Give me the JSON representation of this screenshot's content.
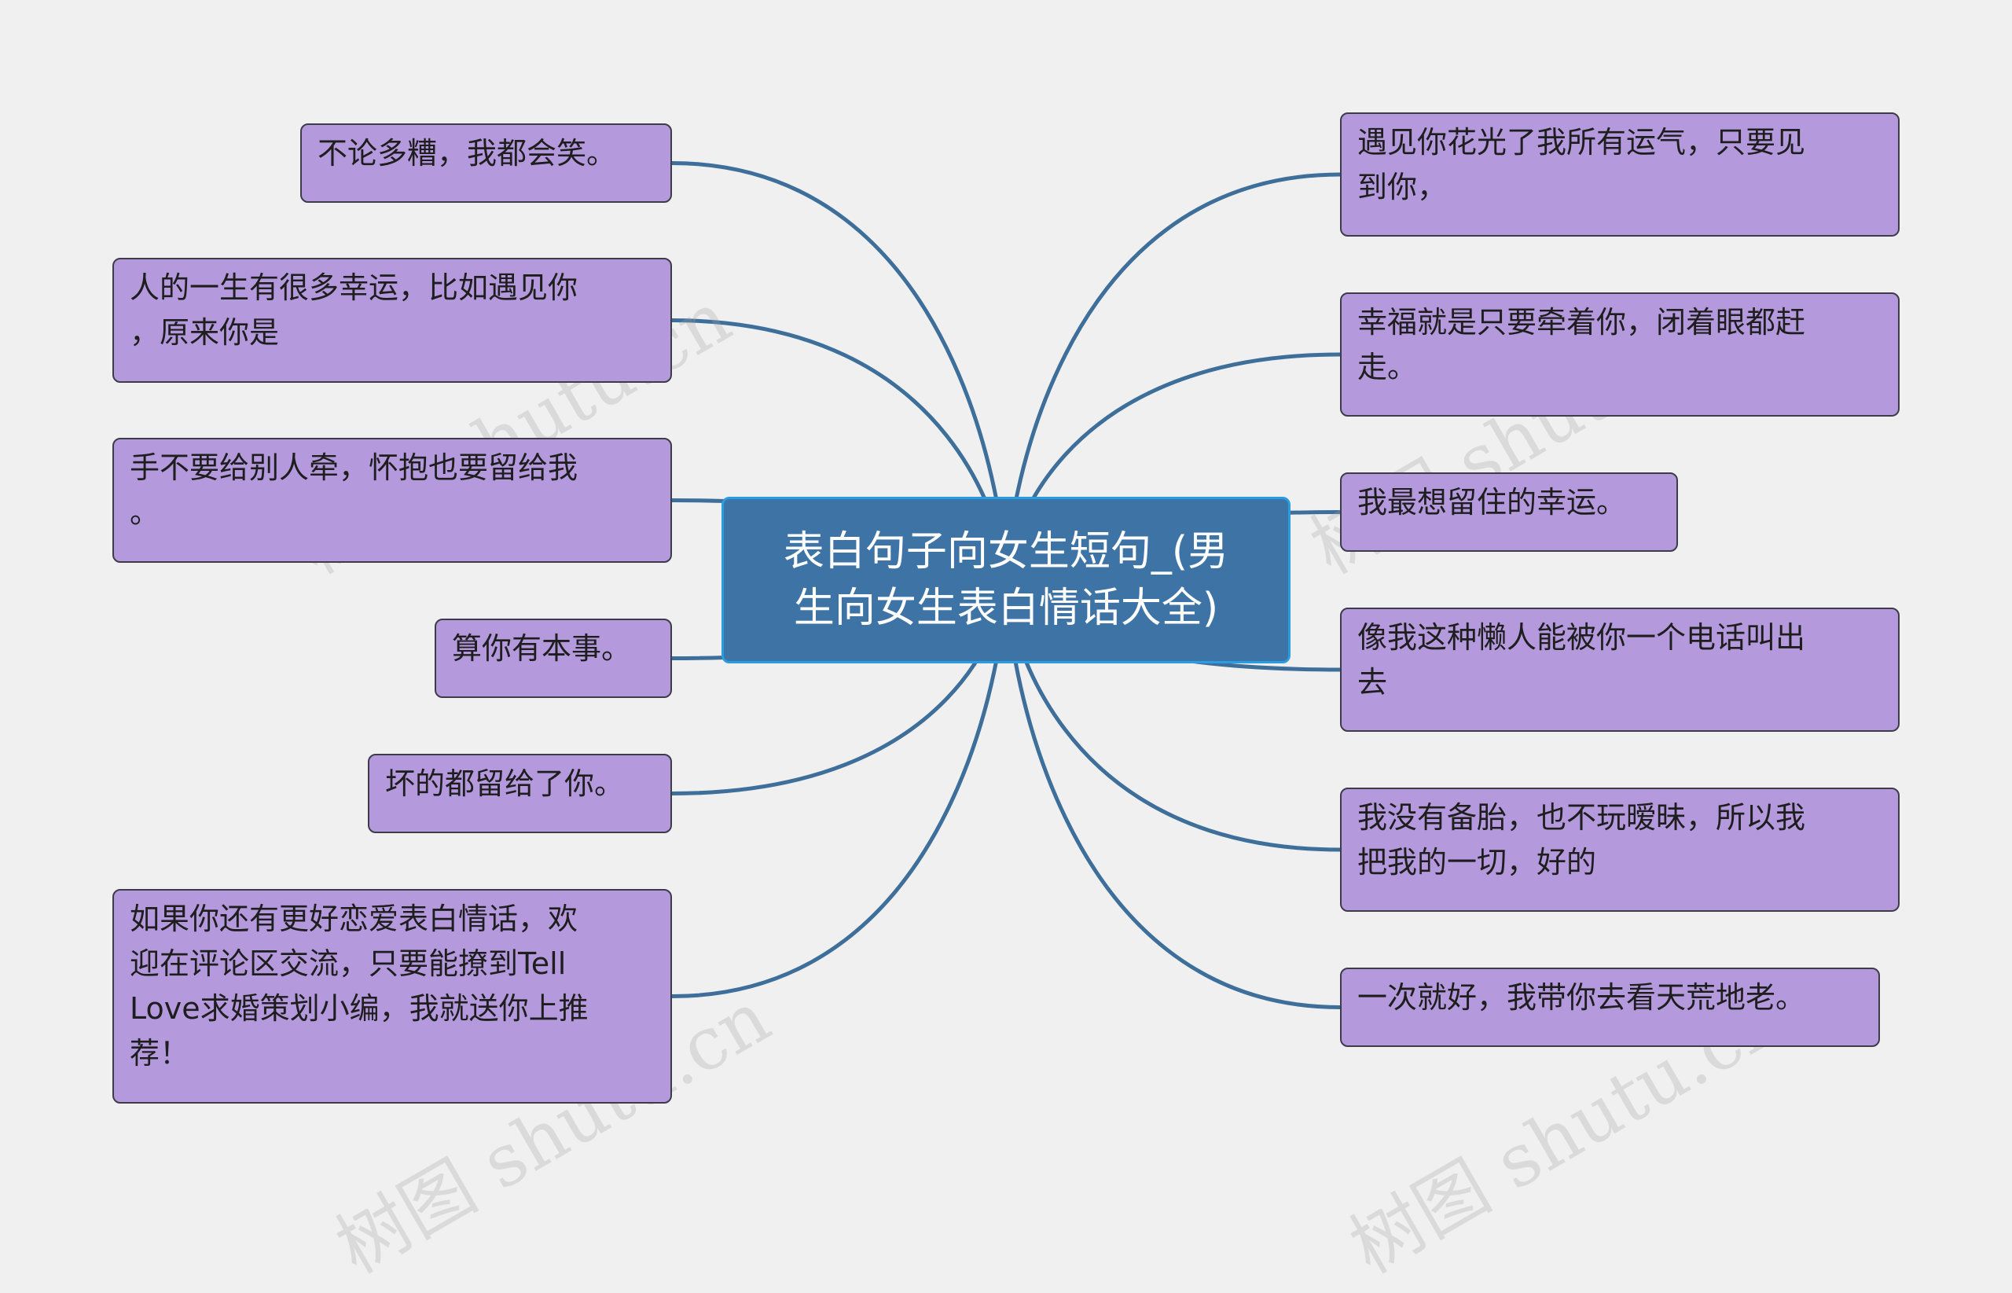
{
  "root": {
    "label": "表白句子向女生短句_(男\n生向女生表白情话大全)"
  },
  "left_nodes": [
    {
      "label": "不论多糟，我都会笑。"
    },
    {
      "label": "人的一生有很多幸运，比如遇见你\n，原来你是"
    },
    {
      "label": "手不要给别人牵，怀抱也要留给我\n。"
    },
    {
      "label": "算你有本事。"
    },
    {
      "label": "坏的都留给了你。"
    },
    {
      "label": "如果你还有更好恋爱表白情话，欢\n迎在评论区交流，只要能撩到Tell\nLove求婚策划小编，我就送你上推\n荐！"
    }
  ],
  "right_nodes": [
    {
      "label": "遇见你花光了我所有运气，只要见\n到你，"
    },
    {
      "label": "幸福就是只要牵着你，闭着眼都赶\n走。"
    },
    {
      "label": "我最想留住的幸运。"
    },
    {
      "label": "像我这种懒人能被你一个电话叫出\n去"
    },
    {
      "label": "我没有备胎，也不玩暧昧，所以我\n把我的一切，好的"
    },
    {
      "label": "一次就好，我带你去看天荒地老。"
    }
  ],
  "watermark": {
    "text": "树图 shutu.cn"
  },
  "colors": {
    "edge": "#3e6f9a",
    "node_fill": "#b499dd",
    "root_fill": "#3e73a5"
  }
}
